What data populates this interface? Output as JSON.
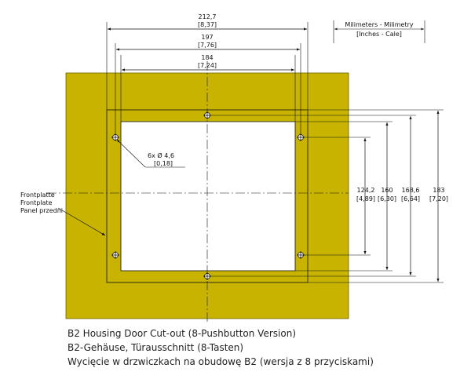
{
  "colors": {
    "panel": "#c8b400",
    "line": "#111111",
    "background": "#ffffff"
  },
  "dimensions": {
    "width_outer": {
      "mm": "212,7",
      "inch": "[8,37]"
    },
    "width_mid": {
      "mm": "197",
      "inch": "[7,76]"
    },
    "width_inner": {
      "mm": "184",
      "inch": "[7,24]"
    },
    "height_1": {
      "mm": "124,2",
      "inch": "[4,89]"
    },
    "height_2": {
      "mm": "160",
      "inch": "[6,30]"
    },
    "height_3": {
      "mm": "168,6",
      "inch": "[6,64]"
    },
    "height_4": {
      "mm": "183",
      "inch": "[7,20]"
    }
  },
  "holes": {
    "count_label": "6x Ø 4,6",
    "inch": "[0,18]"
  },
  "units_legend": {
    "line1": "Milimeters - Milimetry",
    "line2": "[Inches - Cale]"
  },
  "frontplate_label": [
    "Frontplatte",
    "Frontplate",
    "Panel przedni"
  ],
  "captions": [
    "B2 Housing Door Cut-out (8-Pushbutton Version)",
    "B2-Gehäuse, Türausschnitt (8-Tasten)",
    "Wycięcie w drzwiczkach na obudowę B2 (wersja z 8 przyciskami)"
  ]
}
